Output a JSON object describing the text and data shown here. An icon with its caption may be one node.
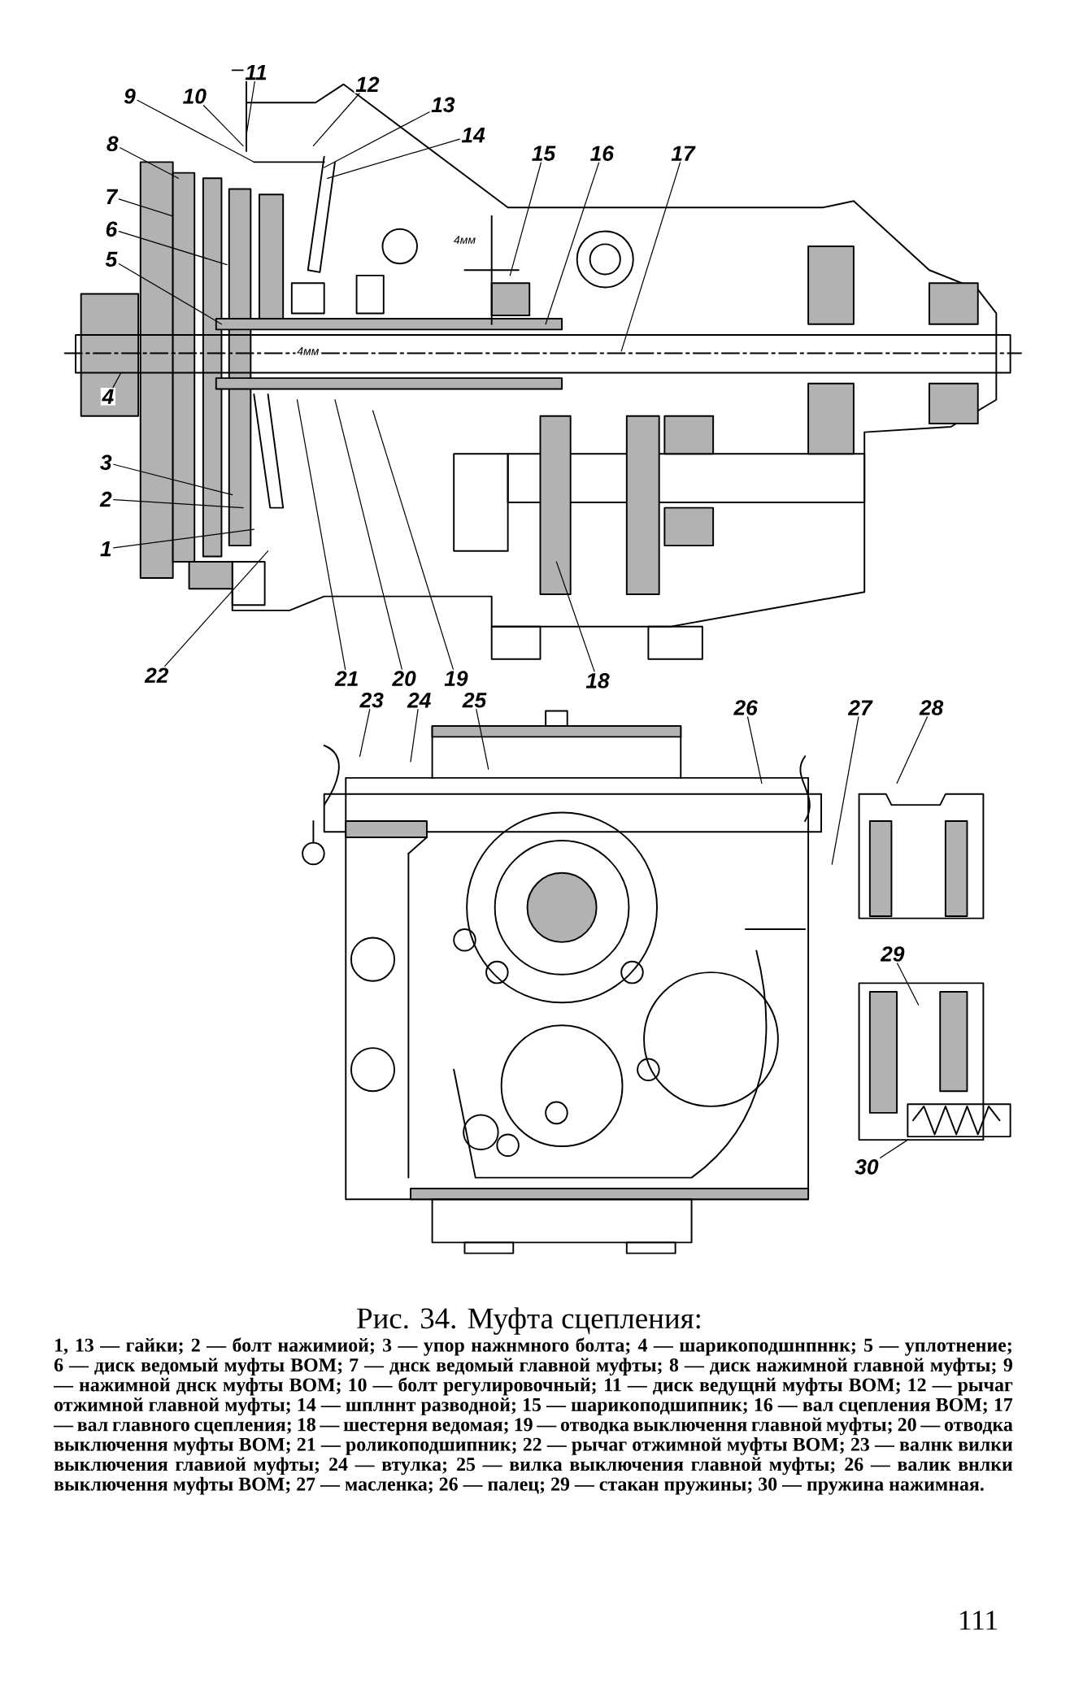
{
  "diagram": {
    "title": "Рис. 34. Муфта сцепления:",
    "caption": "1, 13 — гайки; 2 — болт нажимиой; 3 — упор нажнмного болта; 4 — шарикоподшнпннк; 5 — уплотнение; 6 — диск ведомый муфты ВОМ; 7 — днск ведомый главной муфты; 8 — диск нажимной главной муфты; 9 — нажимной днск муфты ВОМ; 10 — болт регулировочный; 11 — диск ведущнй муфты ВОМ; 12 — рычаг отжимной главной муфты; 14 — шплннт разводной; 15 — шарикоподшипник; 16 — вал сцепления ВОМ; 17 — вал главного сцепления; 18 — шестерня ведомая; 19 — отводка выключення главной муфты; 20 — отводка выключення муфты ВОМ; 21 — роликоподшипник; 22 — рычаг отжимной муфты ВОМ; 23 — валнк вилки выключения главиой муфты; 24 — втулка; 25 — вилка выключения главной муфты; 26 — валик внлки выключення муфты ВОМ; 27 — масленка; 26 — палец; 29 — стакан пружины; 30 — пружина нажимная.",
    "nodes": [
      {
        "text": [],
        "shape": "picture"
      },
      {
        "text": [
          "1"
        ],
        "in": 0
      },
      {
        "text": [
          "2"
        ],
        "in": 0
      },
      {
        "text": [
          "3"
        ],
        "in": 0
      },
      {
        "text": [
          "4"
        ],
        "in": 0
      },
      {
        "text": [
          "5"
        ],
        "in": 0
      },
      {
        "text": [
          "6"
        ],
        "in": 0
      },
      {
        "text": [
          "7"
        ],
        "in": 0
      },
      {
        "text": [
          "8"
        ],
        "in": 0
      },
      {
        "text": [
          "9"
        ],
        "in": 0
      },
      {
        "text": [
          "10"
        ],
        "in": 0
      },
      {
        "text": [
          "11"
        ],
        "in": 0
      },
      {
        "text": [
          "12"
        ],
        "in": 0
      },
      {
        "text": [
          "13"
        ],
        "in": 0
      },
      {
        "text": [
          "14"
        ],
        "in": 0
      },
      {
        "text": [
          "15"
        ],
        "in": 0
      },
      {
        "text": [
          "16"
        ],
        "in": 0
      },
      {
        "text": [
          "17"
        ],
        "in": 0
      },
      {
        "text": [
          "18"
        ],
        "in": 0
      },
      {
        "text": [
          "19"
        ],
        "in": 0
      },
      {
        "text": [
          "20"
        ],
        "in": 0
      },
      {
        "text": [
          "21"
        ],
        "in": 0
      },
      {
        "text": [
          "22"
        ],
        "in": 0
      },
      {
        "text": [
          "23"
        ],
        "in": 0
      },
      {
        "text": [
          "24"
        ],
        "in": 0
      },
      {
        "text": [
          "25"
        ],
        "in": 0
      },
      {
        "text": [
          "26"
        ],
        "in": 0
      },
      {
        "text": [
          "27"
        ],
        "in": 0
      },
      {
        "text": [
          "28"
        ],
        "in": 0
      },
      {
        "text": [
          "29"
        ],
        "in": 0
      },
      {
        "text": [
          "30"
        ],
        "in": 0
      }
    ],
    "edges": [
      {
        "from": 1,
        "to": 0,
        "arrow": "none"
      },
      {
        "from": 2,
        "to": 0,
        "arrow": "none"
      },
      {
        "from": 3,
        "to": 0,
        "arrow": "none"
      },
      {
        "from": 4,
        "to": 0,
        "arrow": "none"
      },
      {
        "from": 5,
        "to": 0,
        "arrow": "none"
      },
      {
        "from": 6,
        "to": 0,
        "arrow": "none"
      },
      {
        "from": 7,
        "to": 0,
        "arrow": "none"
      },
      {
        "from": 8,
        "to": 0,
        "arrow": "none"
      },
      {
        "from": 9,
        "to": 0,
        "arrow": "none"
      },
      {
        "from": 10,
        "to": 0,
        "arrow": "none"
      },
      {
        "from": 11,
        "to": 0,
        "arrow": "none"
      },
      {
        "from": 12,
        "to": 0,
        "arrow": "none"
      },
      {
        "from": 13,
        "to": 0,
        "arrow": "none"
      },
      {
        "from": 14,
        "to": 0,
        "arrow": "none"
      },
      {
        "from": 15,
        "to": 0,
        "arrow": "none"
      },
      {
        "from": 16,
        "to": 0,
        "arrow": "none"
      },
      {
        "from": 17,
        "to": 0,
        "arrow": "none"
      },
      {
        "from": 18,
        "to": 0,
        "arrow": "none"
      },
      {
        "from": 19,
        "to": 0,
        "arrow": "none"
      },
      {
        "from": 20,
        "to": 0,
        "arrow": "none"
      },
      {
        "from": 21,
        "to": 0,
        "arrow": "none"
      },
      {
        "from": 22,
        "to": 0,
        "arrow": "none"
      },
      {
        "from": 23,
        "to": 0,
        "arrow": "none"
      },
      {
        "from": 24,
        "to": 0,
        "arrow": "none"
      },
      {
        "from": 25,
        "to": 0,
        "arrow": "none"
      },
      {
        "from": 26,
        "to": 0,
        "arrow": "none"
      },
      {
        "from": 27,
        "to": 0,
        "arrow": "none"
      },
      {
        "from": 28,
        "to": 0,
        "arrow": "none"
      },
      {
        "from": 29,
        "to": 0,
        "arrow": "none"
      },
      {
        "from": 30,
        "to": 0,
        "arrow": "none"
      }
    ],
    "labels": [
      "4мм",
      "4мм",
      "111"
    ]
  }
}
